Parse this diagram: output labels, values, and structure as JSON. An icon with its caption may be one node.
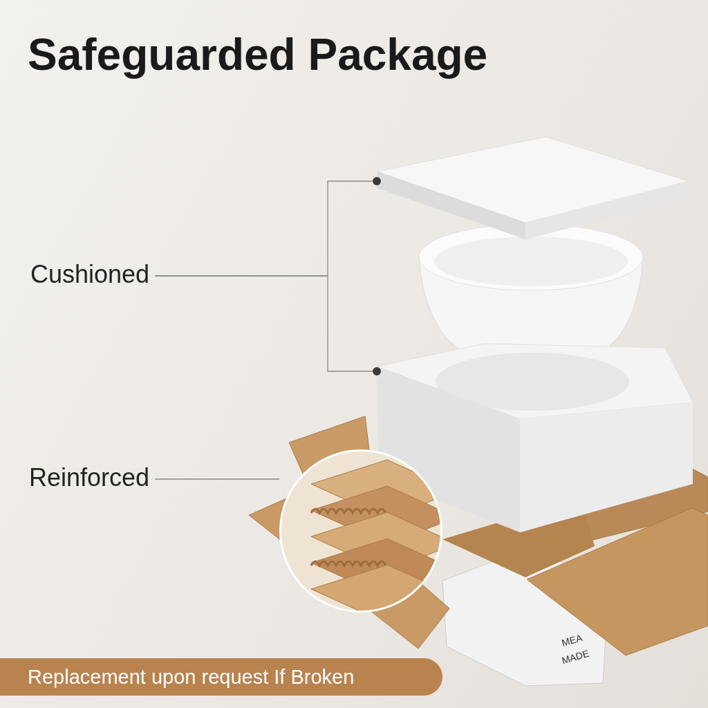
{
  "diagram": {
    "title": "Safeguarded Package",
    "nodes": [
      {
        "text": [
          "Cushioned"
        ]
      },
      {
        "text": [],
        "shape": "picture"
      },
      {
        "text": [],
        "shape": "picture"
      },
      {
        "text": [
          "Reinforced"
        ]
      },
      {
        "text": [],
        "shape": "picture"
      },
      {
        "text": [
          "Replacement upon request If Broken"
        ]
      }
    ],
    "edges": [
      {
        "from": 0,
        "to": 1,
        "arrow": "other"
      },
      {
        "from": 0,
        "to": 2,
        "arrow": "other"
      },
      {
        "from": 3,
        "to": 4,
        "arrow": "none"
      }
    ],
    "labels": [
      "MEA",
      "MADE"
    ]
  }
}
